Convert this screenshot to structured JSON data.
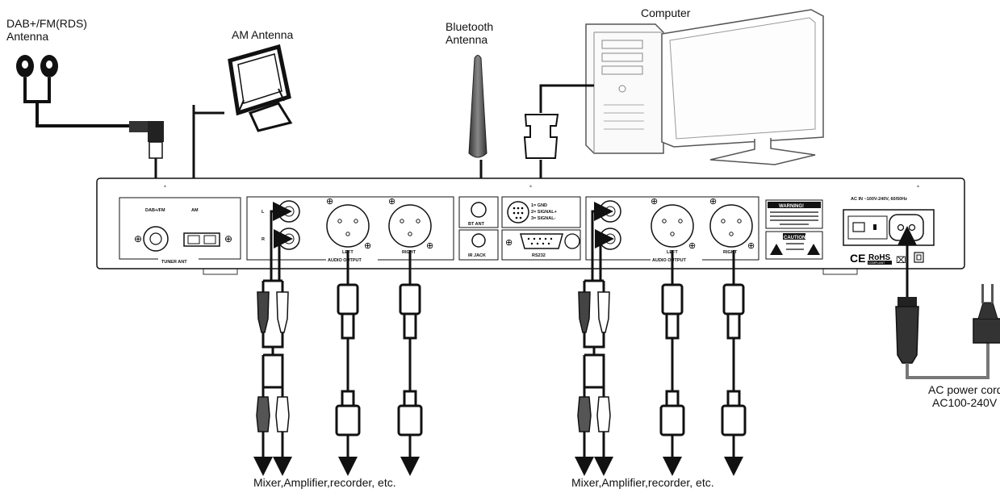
{
  "labels": {
    "dab_antenna_line1": "DAB+/FM(RDS)",
    "dab_antenna_line2": "Antenna",
    "am_antenna": "AM Antenna",
    "bt_antenna_line1": "Bluetooth",
    "bt_antenna_line2": "Antenna",
    "computer": "Computer",
    "ac_cord_line1": "AC power cord",
    "ac_cord_line2": "AC100-240V",
    "mixer_left": "Mixer,Amplifier,recorder, etc.",
    "mixer_right": "Mixer,Amplifier,recorder, etc."
  },
  "panel": {
    "dab_fm": "DAB+/FM",
    "am": "AM",
    "tuner_ant": "TUNER ANT",
    "l": "L",
    "r": "R",
    "left": "LEFT",
    "right": "RIGHT",
    "audio_output_left": "AUDIO OUTPUT",
    "audio_output_right": "AUDIO OUTPUT",
    "bt_ant": "BT ANT",
    "ir_jack": "IR JACK",
    "rs232": "RS232",
    "pin1": "1= GND",
    "pin2": "2= SIGNAL+",
    "pin3": "3= SIGNAL-",
    "warning": "WARNING!",
    "caution": "CAUTION!",
    "ac_in": "AC IN ~100V-240V, 60/50Hz",
    "ce": "CE",
    "rohs": "RoHS",
    "compliant": "COMPLIANT"
  },
  "colors": {
    "line": "#111111",
    "cable": "#4a4a4a",
    "panel_fill": "#ffffff",
    "warning_fill": "#000000",
    "antenna_fill": "#555555"
  }
}
